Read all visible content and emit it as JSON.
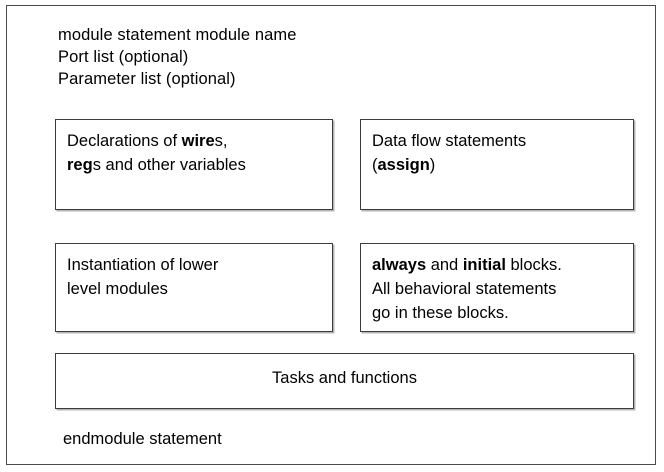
{
  "diagram": {
    "title_lines": [
      "module statement module name",
      "Port list (optional)",
      "Parameter list (optional)"
    ],
    "footer": "endmodule statement",
    "boxes": {
      "declarations": {
        "line1_pre": "Declarations of ",
        "line1_bold": "wire",
        "line1_post": "s,",
        "line2_bold": "reg",
        "line2_post": "s and other variables"
      },
      "dataflow": {
        "line1": "Data flow statements",
        "line2_pre": "(",
        "line2_bold": "assign",
        "line2_post": ")"
      },
      "instantiation": {
        "line1": "Instantiation of lower",
        "line2": "level modules"
      },
      "behavioral": {
        "line1_bold_a": "always",
        "line1_mid": " and ",
        "line1_bold_b": "initial",
        "line1_post": " blocks.",
        "line2": "All behavioral statements",
        "line3": "go in these blocks."
      },
      "tasks": {
        "label": "Tasks and functions"
      }
    },
    "colors": {
      "background": "#ffffff",
      "text": "#000000",
      "outer_border": "#4a4a4a",
      "box_border": "#3c3c3c"
    }
  }
}
